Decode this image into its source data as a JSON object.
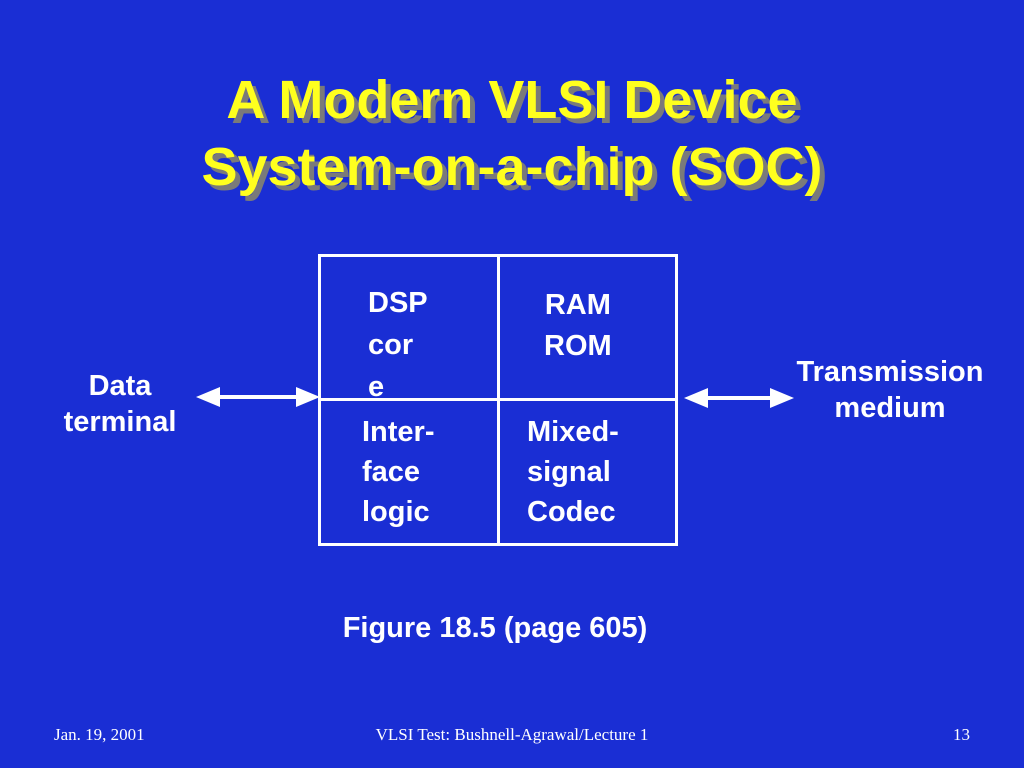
{
  "title": {
    "line1": "A Modern VLSI Device",
    "line2": "System-on-a-chip (SOC)"
  },
  "diagram": {
    "left_label": "Data\nterminal",
    "right_label": "Transmission\nmedium",
    "cells": {
      "top_left": "DSP\ncor\ne",
      "top_right": "RAM\nROM",
      "bottom_left": "Inter-\nface\nlogic",
      "bottom_right": "Mixed-\nsignal\nCodec"
    }
  },
  "caption": "Figure 18.5 (page 605)",
  "footer": {
    "date": "Jan. 19, 2001",
    "center": "VLSI Test: Bushnell-Agrawal/Lecture 1",
    "page": "13"
  },
  "colors": {
    "background": "#1a2ed4",
    "title": "#ffff1e",
    "title_shadow": "#7a7a7a",
    "text": "#ffffff"
  }
}
